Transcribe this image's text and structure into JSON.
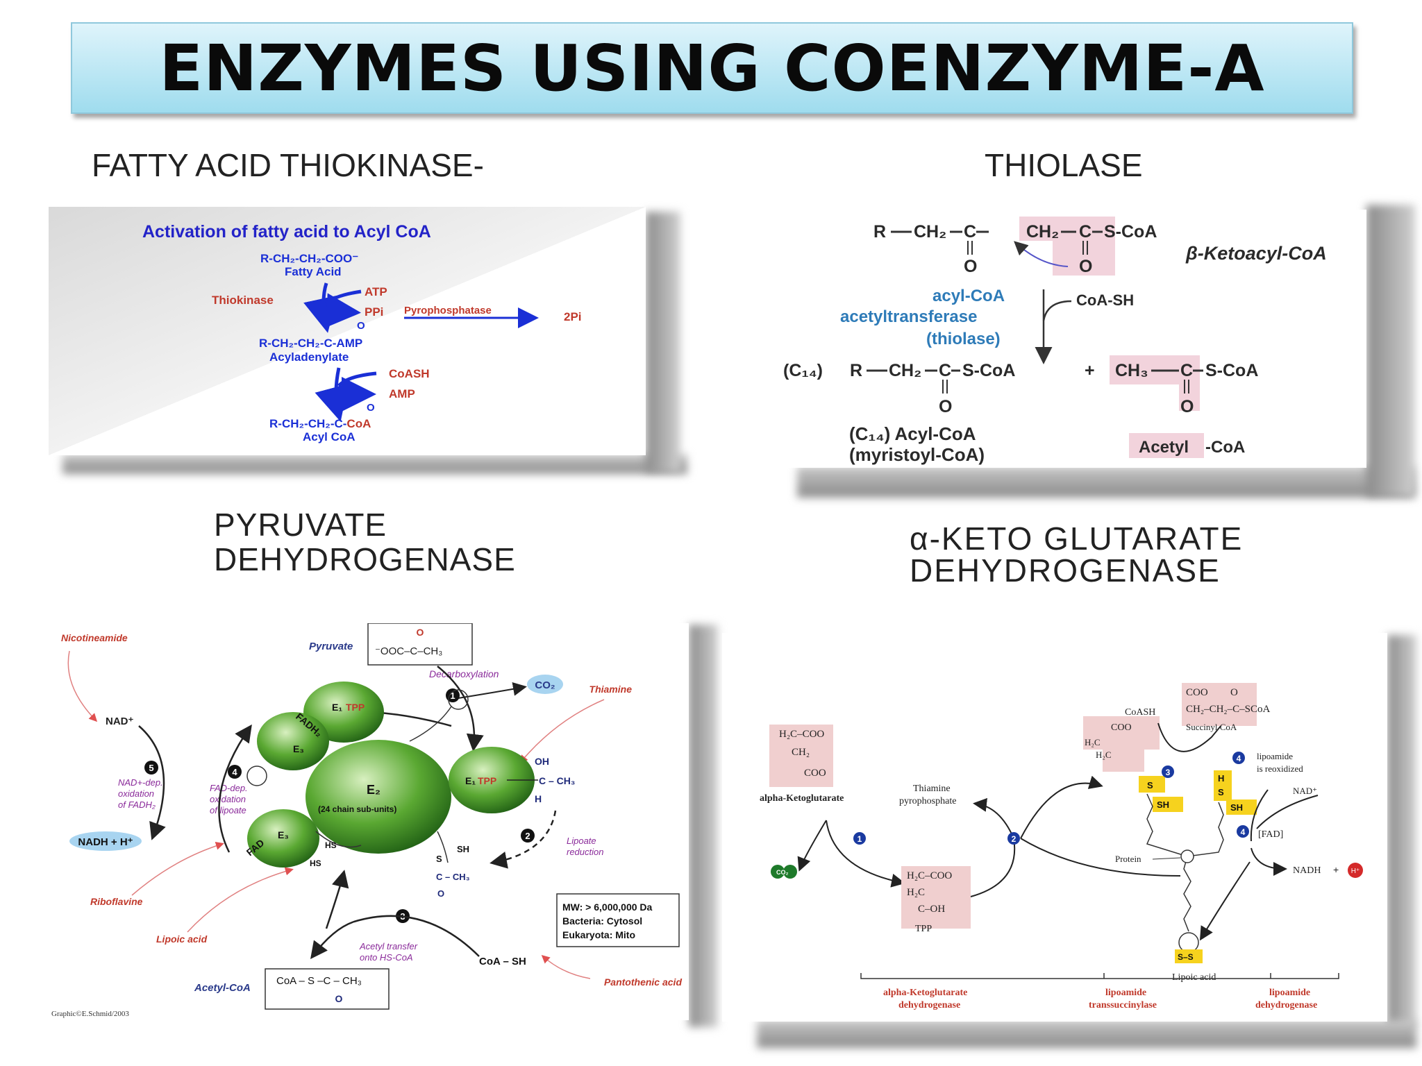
{
  "title": "ENZYMES USING COENZYME-A",
  "headings": {
    "fatty_acid": "FATTY ACID THIOKINASE-",
    "thiolase": "THIOLASE",
    "pyruvate_1": "PYRUVATE",
    "pyruvate_2": "DEHYDROGENASE",
    "akg_1": "α-KETO GLUTARATE",
    "akg_2": "DEHYDROGENASE"
  },
  "panel1": {
    "title": "Activation of fatty acid to Acyl CoA",
    "fa_formula": "R-CH₂-CH₂-COO⁻",
    "fa_name": "Fatty Acid",
    "enzyme": "Thiokinase",
    "atp": "ATP",
    "ppi": "PPi",
    "pyrophosphatase": "Pyrophosphatase",
    "pi": "2Pi",
    "amp_formula": "R-CH₂-CH₂-C-AMP",
    "amp_o": "O",
    "acyladenylate": "Acyladenylate",
    "coash": "CoASH",
    "amp": "AMP",
    "acylcoa_formula_1": "R-CH₂-CH₂-C-",
    "acylcoa_formula_2": "CoA",
    "acylcoa_o": "O",
    "acylcoa_name": "Acyl CoA"
  },
  "panel2": {
    "r": "R",
    "ch2": "CH₂",
    "c": "C",
    "s_coa": "S-CoA",
    "o": "O",
    "ketoacyl": "β-Ketoacyl-CoA",
    "enzyme_1": "acyl-CoA",
    "enzyme_2": "acetyltransferase",
    "enzyme_3": "(thiolase)",
    "coash": "CoA-SH",
    "c14": "(C₁₄)",
    "plus": "+",
    "ch3": "CH₃",
    "acyl_1": "(C₁₄) Acyl-CoA",
    "acyl_2": "(myristoyl-CoA)",
    "acetyl": "Acetyl",
    "acetyl_coa": "-CoA"
  },
  "panel3": {
    "nicotineamide": "Nicotineamide",
    "pyruvate": "Pyruvate",
    "pyruvate_formula": "⁻OOC–C–CH₃",
    "o": "O",
    "decarboxylation": "Decarboxylation",
    "co2": "CO₂",
    "thiamine": "Thiamine",
    "nad": "NAD⁺",
    "fadh2": "FADH₂",
    "e1_tpp": "E₁",
    "tpp": "TPP",
    "e3": "E₃",
    "e2": "E₂",
    "e2_sub": "(24 chain sub-units)",
    "e1_right": "E₁",
    "oh": "OH",
    "c_ch3": "C – CH₃",
    "h": "H",
    "step5": "5",
    "step4": "4",
    "step1": "1",
    "step2": "2",
    "step3": "3",
    "nad_dep": "NAD+-dep.",
    "nad_dep_2": "oxidation",
    "nad_dep_3": "of FADH₂",
    "fad_dep": "FAD-dep.",
    "fad_dep_2": "oxidation",
    "fad_dep_3": "of lipoate",
    "nadh": "NADH + H⁺",
    "fad": "FAD",
    "hs": "HS",
    "s": "S",
    "sh": "SH",
    "lipoate_red": "Lipoate",
    "lipoate_red_2": "reduction",
    "riboflavine": "Riboflavine",
    "mw_1": "MW: > 6,000,000 Da",
    "mw_2": "Bacteria: Cytosol",
    "mw_3": "Eukaryota: Mito",
    "lipoic": "Lipoic acid",
    "acetyl_transfer": "Acetyl transfer",
    "acetyl_transfer_2": "onto HS-CoA",
    "coa_sh": "CoA – SH",
    "acetyl_coa": "Acetyl-CoA",
    "acetyl_coa_formula": "CoA – S –C – CH₃",
    "pantothenic": "Pantothenic acid",
    "credit": "Graphic©E.Schmid/2003"
  },
  "panel4": {
    "akg_coo": "H₂C–COO",
    "akg_ch2": "CH₂",
    "akg_coo2": "COO",
    "akg_name": "alpha-Ketoglutarate",
    "co2": "CO₂",
    "thiamine_1": "Thiamine",
    "thiamine_2": "pyrophosphate",
    "tpp_coo": "H₂C–COO",
    "tpp_h2c": "H₂C",
    "tpp_oh": "C–OH",
    "tpp": "TPP",
    "coash": "CoASH",
    "succ_coo": "COO",
    "succ_formula": "CH₂–CH₂–C–SCoA",
    "succ_o": "O",
    "succ_name": "Succinyl CoA",
    "lipo_reox_1": "lipoamide",
    "lipo_reox_2": "is reoxidized",
    "nad": "NAD⁺",
    "fad": "[FAD]",
    "nadh": "NADH",
    "plus": "+",
    "h": "H⁺",
    "protein": "Protein",
    "lipoic": "Lipoic acid",
    "sh": "SH",
    "s": "S",
    "ss": "S–S",
    "h_small": "H",
    "coo": "COO",
    "n1": "1",
    "n2": "2",
    "n3": "3",
    "n4": "4",
    "enz1_1": "alpha-Ketoglutarate",
    "enz1_2": "dehydrogenase",
    "enz2_1": "lipoamide",
    "enz2_2": "transsuccinylase",
    "enz3_1": "lipoamide",
    "enz3_2": "dehydrogenase"
  }
}
